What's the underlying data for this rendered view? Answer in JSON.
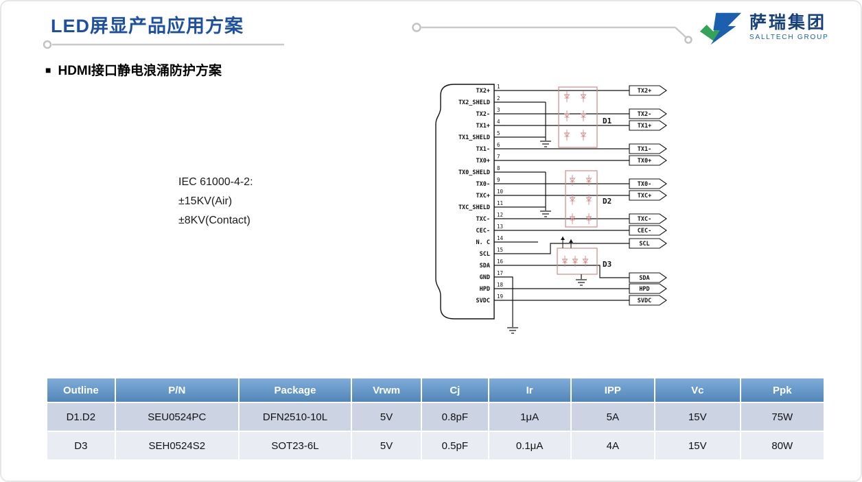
{
  "page": {
    "title": "LED屏显产品应用方案"
  },
  "logo": {
    "name_cn": "萨瑞集团",
    "name_en": "SALLTECH GROUP"
  },
  "section": {
    "bullet": "■",
    "heading": "HDMI接口静电浪涌防护方案"
  },
  "iec_note": [
    "IEC 61000-4-2:",
    "±15KV(Air)",
    "±8KV(Contact)"
  ],
  "diagram": {
    "pins": [
      {
        "num": "1",
        "label": "TX2+",
        "type": "signal",
        "out": "TX2+"
      },
      {
        "num": "2",
        "label": "TX2_SHELD",
        "type": "shield"
      },
      {
        "num": "3",
        "label": "TX2-",
        "type": "signal",
        "out": "TX2-"
      },
      {
        "num": "4",
        "label": "TX1+",
        "type": "signal",
        "out": "TX1+"
      },
      {
        "num": "5",
        "label": "TX1_SHELD",
        "type": "shield"
      },
      {
        "num": "6",
        "label": "TX1-",
        "type": "signal",
        "out": "TX1-"
      },
      {
        "num": "7",
        "label": "TX0+",
        "type": "signal",
        "out": "TX0+"
      },
      {
        "num": "8",
        "label": "TX0_SHELD",
        "type": "shield"
      },
      {
        "num": "9",
        "label": "TX0-",
        "type": "signal",
        "out": "TX0-"
      },
      {
        "num": "10",
        "label": "TXC+",
        "type": "signal",
        "out": "TXC+"
      },
      {
        "num": "11",
        "label": "TXC_SHELD",
        "type": "shield"
      },
      {
        "num": "12",
        "label": "TXC-",
        "type": "signal",
        "out": "TXC-"
      },
      {
        "num": "13",
        "label": "CEC-",
        "type": "signal",
        "out": "CEC-"
      },
      {
        "num": "14",
        "label": "N. C",
        "type": "nc"
      },
      {
        "num": "15",
        "label": "SCL",
        "type": "signal",
        "out": "SCL"
      },
      {
        "num": "16",
        "label": "SDA",
        "type": "signal",
        "out": "SDA"
      },
      {
        "num": "17",
        "label": "GND",
        "type": "ground"
      },
      {
        "num": "18",
        "label": "HPD",
        "type": "signal",
        "out": "HPD"
      },
      {
        "num": "19",
        "label": "SVDC",
        "type": "signal",
        "out": "SVDC"
      }
    ],
    "devices": [
      {
        "name": "D1"
      },
      {
        "name": "D2"
      },
      {
        "name": "D3"
      }
    ]
  },
  "table": {
    "headers": [
      "Outline",
      "P/N",
      "Package",
      "Vrwm",
      "Cj",
      "Ir",
      "IPP",
      "Vc",
      "Ppk"
    ],
    "rows": [
      [
        "D1.D2",
        "SEU0524PC",
        "DFN2510-10L",
        "5V",
        "0.8pF",
        "1μA",
        "5A",
        "15V",
        "75W"
      ],
      [
        "D3",
        "SEH0524S2",
        "SOT23-6L",
        "5V",
        "0.5pF",
        "0.1μA",
        "4A",
        "15V",
        "80W"
      ]
    ]
  },
  "colors": {
    "title_blue": "#1e50a2",
    "logo_dark_blue": "#16407c",
    "logo_green": "#33a457",
    "logo_blue": "#1b5fae",
    "table_header_blue": "#5b95cd",
    "table_row_dark": "#ccd4e3",
    "table_row_light": "#e9ecf3",
    "device_box_pink": "#cf8a8a",
    "wire_black": "#111111"
  }
}
